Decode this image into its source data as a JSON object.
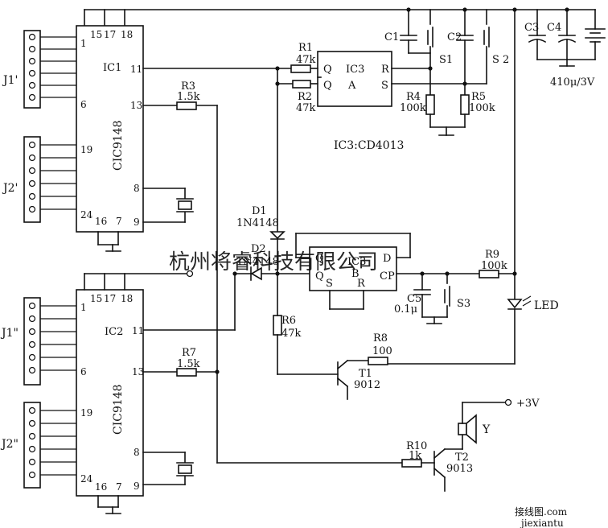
{
  "ic1": {
    "name": "IC1",
    "part": "CIC9148",
    "pins": [
      "1",
      "15",
      "17",
      "18",
      "6",
      "11",
      "13",
      "19",
      "8",
      "9",
      "24",
      "16",
      "7"
    ]
  },
  "ic2": {
    "name": "IC2",
    "part": "CIC9148",
    "pins": [
      "1",
      "15",
      "17",
      "18",
      "6",
      "11",
      "13",
      "19",
      "8",
      "9",
      "24",
      "16",
      "7"
    ]
  },
  "ic3a": {
    "name": "IC3",
    "unit": "A",
    "pins": [
      "Q",
      "R",
      "Q",
      "S"
    ]
  },
  "ic3b": {
    "name": "IC3",
    "unit": "B",
    "pins": [
      "Q",
      "D",
      "Q",
      "S",
      "R",
      "CP"
    ]
  },
  "ic3_note": "IC3:CD4013",
  "connectors": [
    "J1'",
    "J2'",
    "J1\"",
    "J2\""
  ],
  "resistors": {
    "r1": [
      "R1",
      "47k"
    ],
    "r2": [
      "R2",
      "47k"
    ],
    "r3": [
      "R3",
      "1.5k"
    ],
    "r4": [
      "R4",
      "100k"
    ],
    "r5": [
      "R5",
      "100k"
    ],
    "r6": [
      "R6",
      "47k"
    ],
    "r7": [
      "R7",
      "1.5k"
    ],
    "r8": [
      "R8",
      "100"
    ],
    "r9": [
      "R9",
      "100k"
    ],
    "r10": [
      "R10",
      "1k"
    ]
  },
  "capacitors": {
    "c1": "C1",
    "c2": "C2",
    "c3": "C3",
    "c4": "C4",
    "c5": [
      "C5",
      "0.1μ"
    ],
    "c34_value": "410μ/3V"
  },
  "switches": {
    "s1": "S1",
    "s2": "S 2",
    "s3": "S3"
  },
  "diodes": {
    "d1": [
      "D1",
      "1N4148"
    ],
    "d2": [
      "D2",
      "1N4148"
    ]
  },
  "transistors": {
    "t1": [
      "T1",
      "9012"
    ],
    "t2": [
      "T2",
      "9013"
    ]
  },
  "led": "LED",
  "speaker": "Y",
  "supply": "+3V",
  "watermark": "杭州将睿科技有限公司",
  "logo": {
    "text": "接线图",
    "dotcom": ".com",
    "url": "jiexiantu"
  }
}
